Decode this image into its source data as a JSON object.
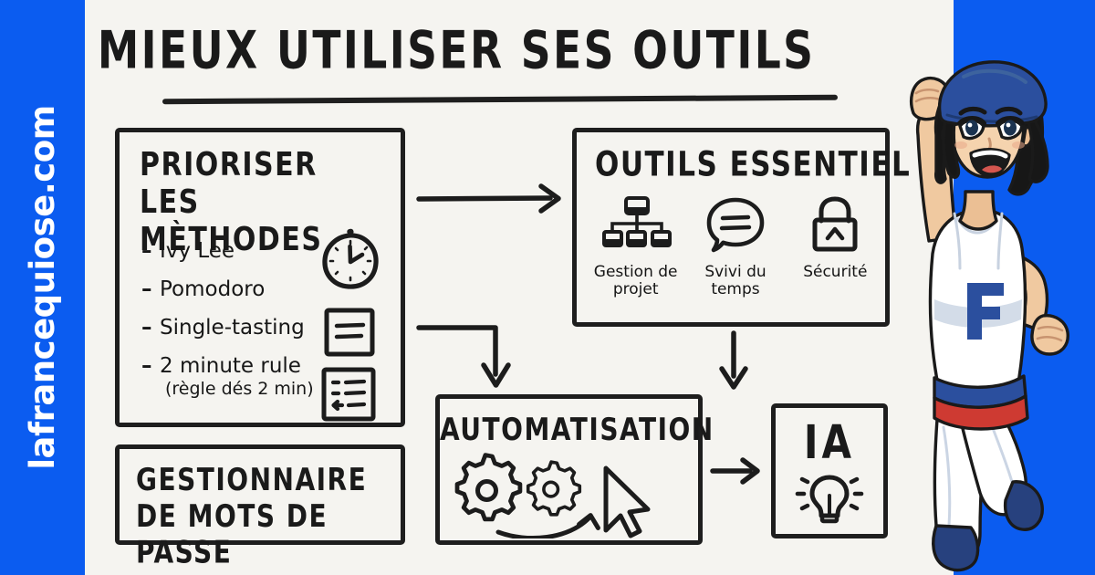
{
  "brand": {
    "blue": "#0B5CF0",
    "paper": "#F5F4F0",
    "ink": "#1A1A1A",
    "red": "#CE3A32",
    "navy": "#2B4F9E"
  },
  "site": {
    "label": "lafrancequiose.com"
  },
  "header": {
    "title": "MIEUX UTILISER SES OUTILS"
  },
  "boxes": {
    "methodes": {
      "title": "PRIORISER LES MÈTHODES",
      "items": [
        {
          "dash": "–",
          "text": "Ivy Lee",
          "sub": ""
        },
        {
          "dash": "–",
          "text": "Pomodoro",
          "sub": ""
        },
        {
          "dash": "–",
          "text": "Single-tasting",
          "sub": ""
        },
        {
          "dash": "–",
          "text": "2 minute rule",
          "sub": "(règle dés 2 min)"
        }
      ],
      "icons": [
        "stopwatch-icon",
        "note-card-icon",
        "checklist-icon"
      ]
    },
    "password": {
      "title": "GESTIONNAIRE DE MOTS DE PASSE"
    },
    "outils": {
      "title": "OUTILS ESSENTIEL",
      "items": [
        {
          "label": "Gestion de projet",
          "icon": "org-chart-icon"
        },
        {
          "label": "Svivi du temps",
          "icon": "speech-bubble-icon"
        },
        {
          "label": "Sécurité",
          "icon": "padlock-icon"
        }
      ]
    },
    "automatisation": {
      "title": "AUTOMATISATION",
      "icons": [
        "gear-icon",
        "gear-icon",
        "curved-arrow-icon",
        "cursor-icon"
      ]
    },
    "ia": {
      "title": "IA",
      "icon": "lightbulb-icon"
    }
  },
  "arrows": [
    {
      "name": "arrow-methodes-to-outils",
      "direction": "right"
    },
    {
      "name": "arrow-methodes-to-automatisation",
      "direction": "right-down"
    },
    {
      "name": "arrow-outils-to-ia",
      "direction": "down"
    },
    {
      "name": "arrow-automatisation-to-ia",
      "direction": "right"
    }
  ],
  "mascot": {
    "name": "mascot-character",
    "jersey_letter": "F"
  }
}
